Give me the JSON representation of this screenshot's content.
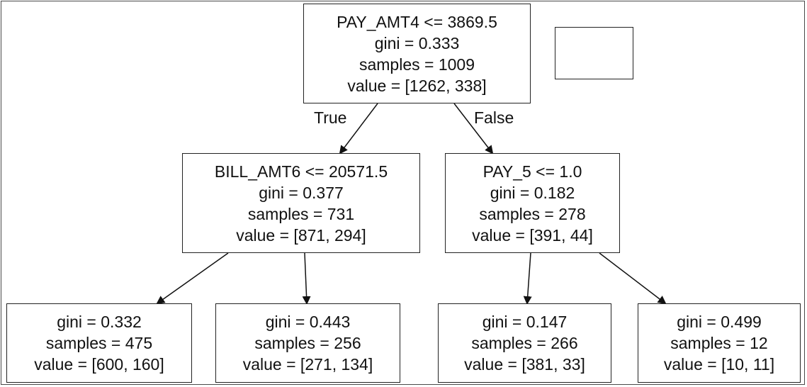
{
  "nodes": {
    "root": {
      "lines": [
        "PAY_AMT4 <= 3869.5",
        "gini = 0.333",
        "samples = 1009",
        "value = [1262, 338]"
      ]
    },
    "left": {
      "lines": [
        "BILL_AMT6 <= 20571.5",
        "gini = 0.377",
        "samples = 731",
        "value = [871, 294]"
      ]
    },
    "right": {
      "lines": [
        "PAY_5 <= 1.0",
        "gini = 0.182",
        "samples = 278",
        "value = [391, 44]"
      ]
    },
    "leaf1": {
      "lines": [
        "gini = 0.332",
        "samples = 475",
        "value = [600, 160]"
      ]
    },
    "leaf2": {
      "lines": [
        "gini = 0.443",
        "samples = 256",
        "value = [271, 134]"
      ]
    },
    "leaf3": {
      "lines": [
        "gini = 0.147",
        "samples = 266",
        "value = [381, 33]"
      ]
    },
    "leaf4": {
      "lines": [
        "gini = 0.499",
        "samples = 12",
        "value = [10, 11]"
      ]
    }
  },
  "edge_labels": {
    "true_label": "True",
    "false_label": "False"
  }
}
